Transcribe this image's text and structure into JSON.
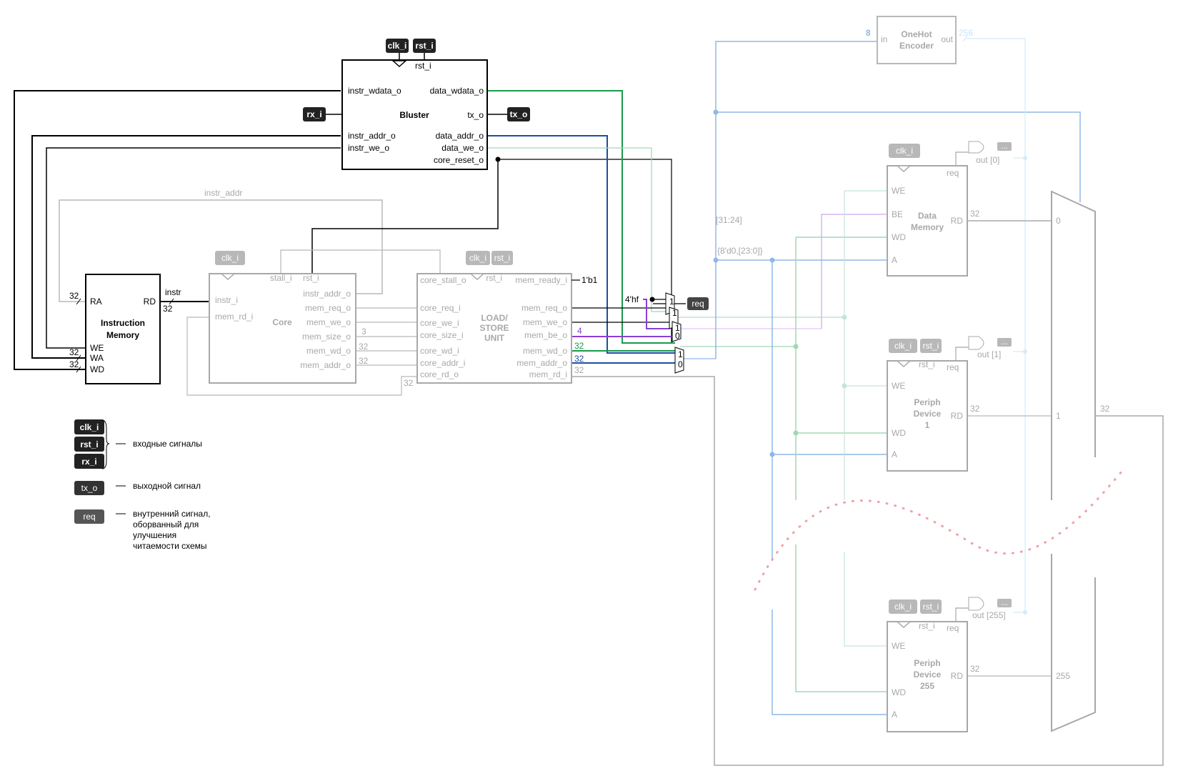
{
  "bluster": {
    "title": "Bluster",
    "clk": "clk_i",
    "rst": "rst_i",
    "rst_port": "rst_i",
    "rx": "rx_i",
    "tx": "tx_o",
    "tx_port": "tx_o",
    "ports_left": [
      "instr_wdata_o",
      "instr_addr_o",
      "instr_we_o"
    ],
    "ports_right": [
      "data_wdata_o",
      "data_addr_o",
      "data_we_o",
      "core_reset_o"
    ]
  },
  "instr_memory": {
    "title_line1": "Instruction",
    "title_line2": "Memory",
    "ra": "RA",
    "rd": "RD",
    "we": "WE",
    "wa": "WA",
    "wd": "WD",
    "out_label": "instr",
    "width_32": "32"
  },
  "core": {
    "title": "Core",
    "clk": "clk_i",
    "stall": "stall_i",
    "rst": "rst_i",
    "ports_left": [
      "instr_i",
      "mem_rd_i"
    ],
    "ports_right": [
      "instr_addr_o",
      "mem_req_o",
      "mem_we_o",
      "mem_size_o",
      "mem_wd_o",
      "mem_addr_o"
    ],
    "width_3": "3",
    "width_32": "32",
    "instr_addr_label": "instr_addr"
  },
  "lsu": {
    "title_line1": "LOAD/",
    "title_line2": "STORE",
    "title_line3": "UNIT",
    "clk": "clk_i",
    "rst": "rst_i",
    "rst_port": "rst_i",
    "ports_left": [
      "core_stall_o",
      "core_req_i",
      "core_we_i",
      "core_size_i",
      "core_wd_i",
      "core_addr_i",
      "core_rd_o"
    ],
    "ports_right": [
      "mem_ready_i",
      "mem_req_o",
      "mem_we_o",
      "mem_be_o",
      "mem_wd_o",
      "mem_addr_o",
      "mem_rd_i"
    ],
    "ready_const": "1'b1",
    "width_4": "4",
    "width_32": "32"
  },
  "mux_group": {
    "const_label": "4'hf",
    "req_badge": "req",
    "sel_labels": [
      "1",
      "1",
      "1",
      "0",
      "1",
      "0"
    ]
  },
  "onehot": {
    "title_line1": "OneHot",
    "title_line2": "Encoder",
    "in": "in",
    "out": "out",
    "in_width": "8",
    "out_width": "256"
  },
  "addr_split": {
    "hi": "[31:24]",
    "lo": "{8'd0,[23:0]}"
  },
  "data_memory": {
    "title_line1": "Data",
    "title_line2": "Memory",
    "clk": "clk_i",
    "req": "req",
    "we": "WE",
    "be": "BE",
    "wd": "WD",
    "a": "A",
    "rd": "RD",
    "width": "32",
    "out_label": "out [0]",
    "out_badge": "..."
  },
  "periph1": {
    "title_line1": "Periph",
    "title_line2": "Device",
    "title_line3": "1",
    "clk": "clk_i",
    "rst": "rst_i",
    "rst_port": "rst_i",
    "req": "req",
    "we": "WE",
    "wd": "WD",
    "a": "A",
    "rd": "RD",
    "width": "32",
    "out_label": "out [1]",
    "out_badge": "..."
  },
  "periph255": {
    "title_line1": "Periph",
    "title_line2": "Device",
    "title_line3": "255",
    "clk": "clk_i",
    "rst": "rst_i",
    "rst_port": "rst_i",
    "req": "req",
    "we": "WE",
    "wd": "WD",
    "a": "A",
    "rd": "RD",
    "width": "32",
    "out_label": "out [255]",
    "out_badge": "..."
  },
  "big_mux": {
    "in0": "0",
    "in1": "1",
    "in255": "255",
    "width": "32"
  },
  "legend": {
    "inputs": [
      "clk_i",
      "rst_i",
      "rx_i"
    ],
    "inputs_text": "входные сигналы",
    "output": "tx_o",
    "output_text": "выходной сигнал",
    "internal": "req",
    "internal_text_lines": [
      "внутренний сигнал,",
      "оборванный для",
      "улучшения",
      "читаемости схемы"
    ]
  },
  "colors": {
    "green": "#1a9a4a",
    "blue": "#1a4fa0",
    "purple": "#8a3fd6",
    "light_blue": "#8fb8e6",
    "light_green": "#9fd8b4",
    "light_purple": "#d9b3f2",
    "gray": "#a8a8a8",
    "dots": "#f0a0a8"
  }
}
